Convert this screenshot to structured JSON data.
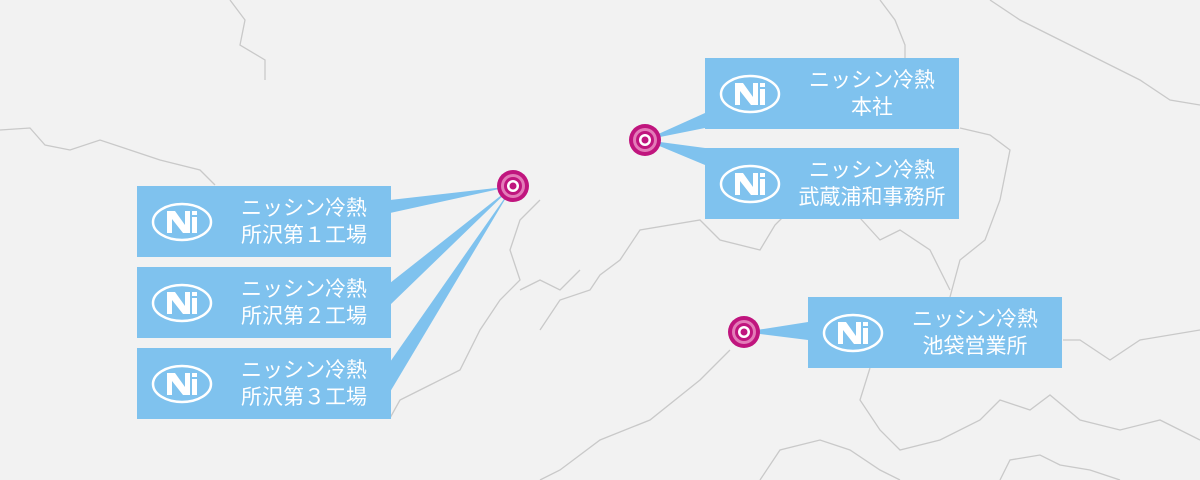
{
  "colors": {
    "background": "#f2f2f2",
    "callout": "#7fc2ee",
    "marker": "#c0157e",
    "border": "#cccccc"
  },
  "company": "ニッシン冷熱",
  "logo_text": "Ni",
  "locations": [
    {
      "id": "tokorozawa-1",
      "company": "ニッシン冷熱",
      "name": "所沢第１工場"
    },
    {
      "id": "tokorozawa-2",
      "company": "ニッシン冷熱",
      "name": "所沢第２工場"
    },
    {
      "id": "tokorozawa-3",
      "company": "ニッシン冷熱",
      "name": "所沢第３工場"
    },
    {
      "id": "honsha",
      "company": "ニッシン冷熱",
      "name": "本社"
    },
    {
      "id": "musashi-urawa",
      "company": "ニッシン冷熱",
      "name": "武蔵浦和事務所"
    },
    {
      "id": "ikebukuro",
      "company": "ニッシン冷熱",
      "name": "池袋営業所"
    }
  ]
}
